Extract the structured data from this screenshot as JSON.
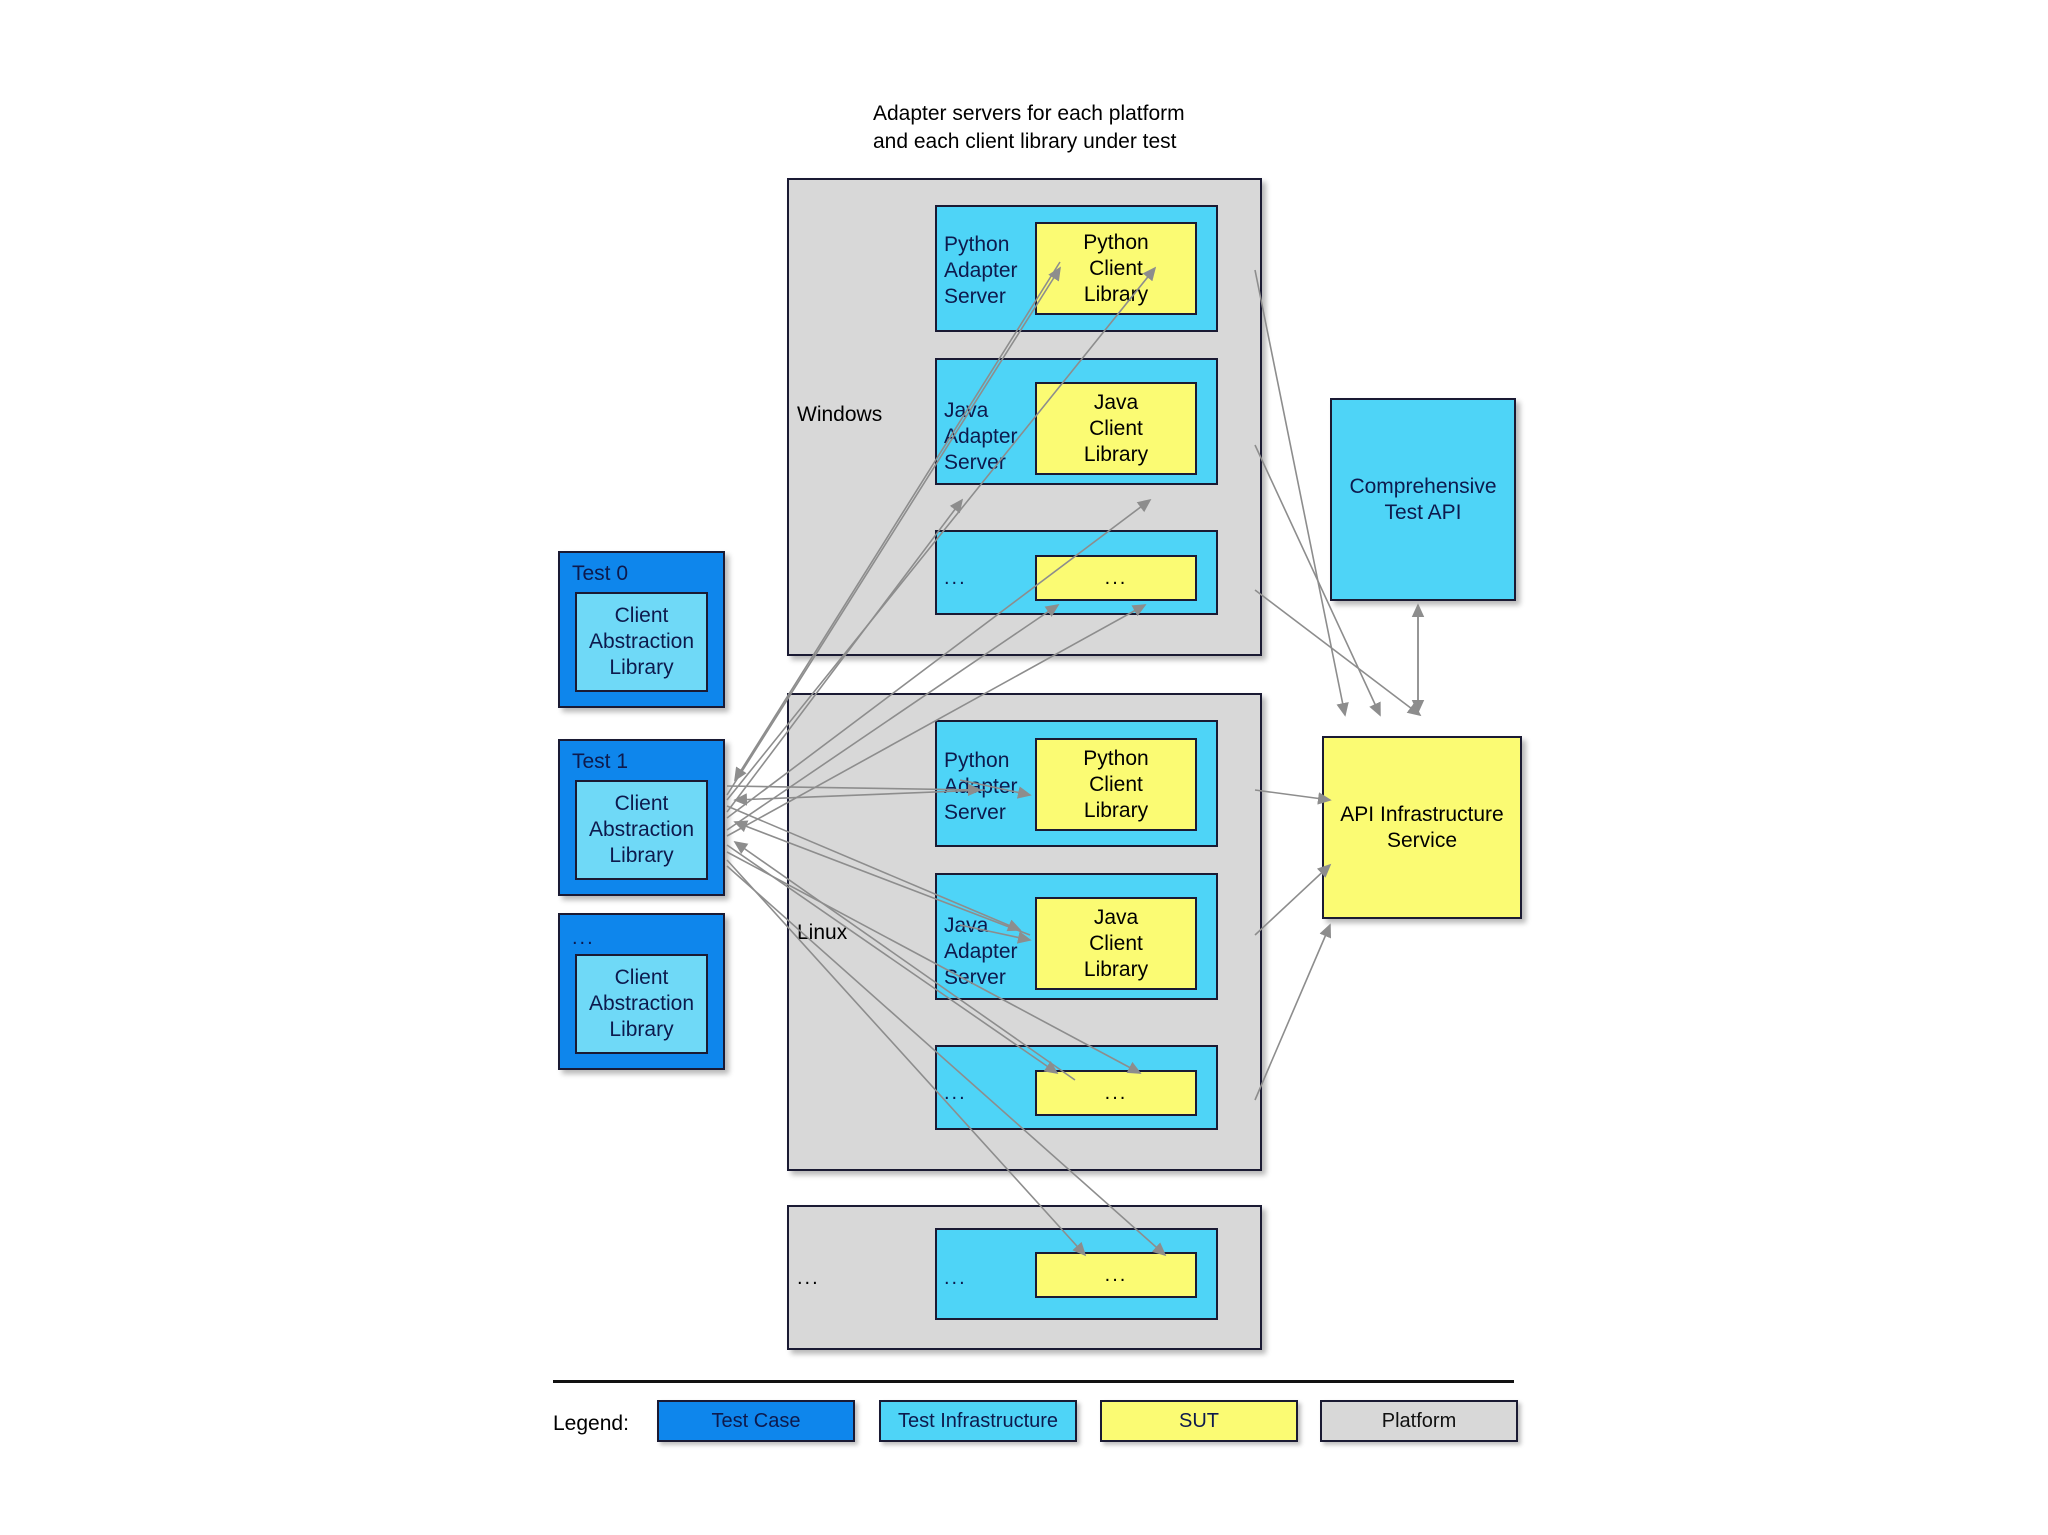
{
  "diagram": {
    "title": "Adapter servers for each platform\nand each client library under test",
    "platforms": [
      {
        "name": "Windows",
        "rows": [
          {
            "server": "Python\nAdapter\nServer",
            "library": "Python\nClient\nLibrary"
          },
          {
            "server": "Java\nAdapter\nServer",
            "library": "Java\nClient\nLibrary"
          },
          {
            "server": "...",
            "library": "..."
          }
        ]
      },
      {
        "name": "Linux",
        "rows": [
          {
            "server": "Python\nAdapter\nServer",
            "library": "Python\nClient\nLibrary"
          },
          {
            "server": "Java\nAdapter\nServer",
            "library": "Java\nClient\nLibrary"
          },
          {
            "server": "...",
            "library": "..."
          }
        ]
      },
      {
        "name": "...",
        "rows": [
          {
            "server": "...",
            "library": "..."
          }
        ]
      }
    ],
    "test_cases": [
      {
        "title": "Test 0",
        "library": "Client\nAbstraction\nLibrary"
      },
      {
        "title": "Test 1",
        "library": "Client\nAbstraction\nLibrary"
      },
      {
        "title": "...",
        "library": "Client\nAbstraction\nLibrary"
      }
    ],
    "services": [
      {
        "name": "comprehensive-test-api",
        "label": "Comprehensive\nTest API"
      },
      {
        "name": "api-infrastructure-service",
        "label": "API Infrastructure\nService"
      }
    ]
  },
  "legend": {
    "label": "Legend:",
    "items": [
      {
        "label": "Test Case",
        "color": "#0e86ec"
      },
      {
        "label": "Test Infrastructure",
        "color": "#4ed4f7"
      },
      {
        "label": "SUT",
        "color": "#fbfb73"
      },
      {
        "label": "Platform",
        "color": "#d8d8d8"
      }
    ]
  },
  "colors": {
    "test_case": "#0e86ec",
    "test_case_inner": "#4ed4f7",
    "test_infrastructure": "#4ed4f7",
    "sut": "#fbfb73",
    "platform": "#d8d8d8",
    "arrow": "#808080",
    "text_navy": "#0d1a4d"
  }
}
